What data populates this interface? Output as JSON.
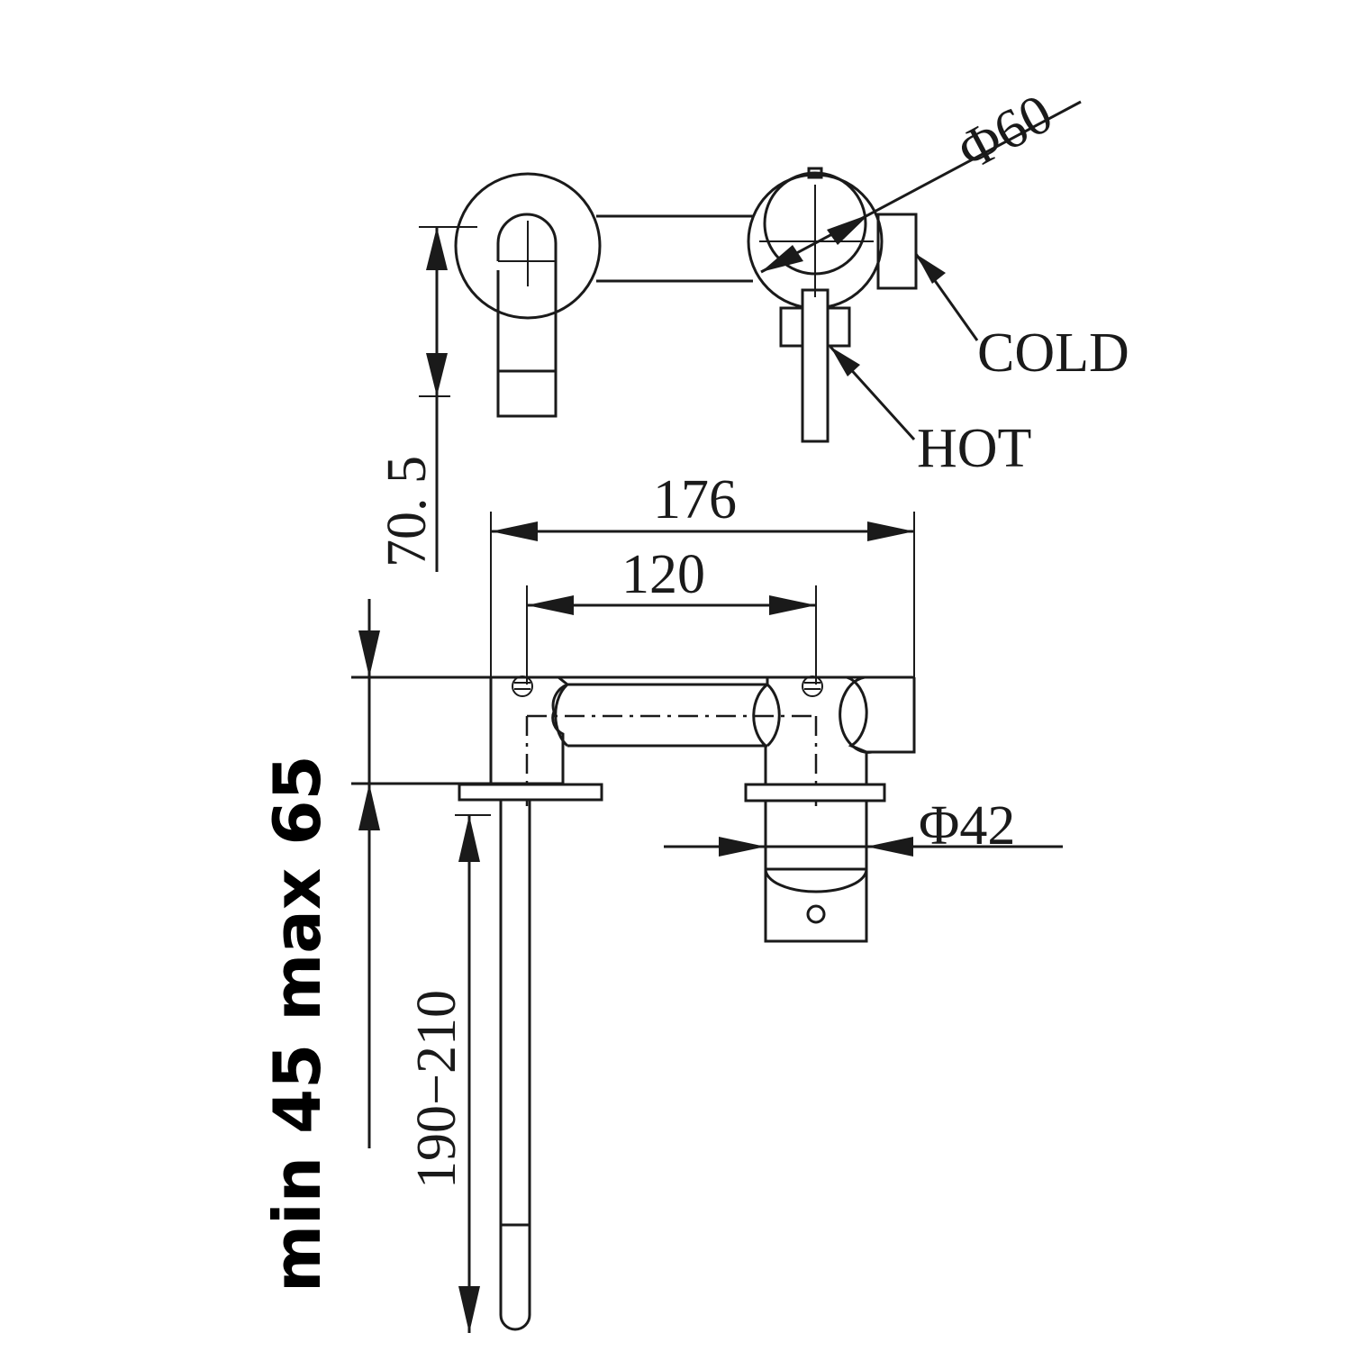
{
  "dimensions": {
    "d60": "Φ60",
    "d42": "Φ42",
    "w176": "176",
    "w120": "120",
    "h705": "70. 5",
    "spout": "190−210",
    "wall": "min 45 max 65"
  },
  "labels": {
    "cold": "COLD",
    "hot": "HOT"
  }
}
